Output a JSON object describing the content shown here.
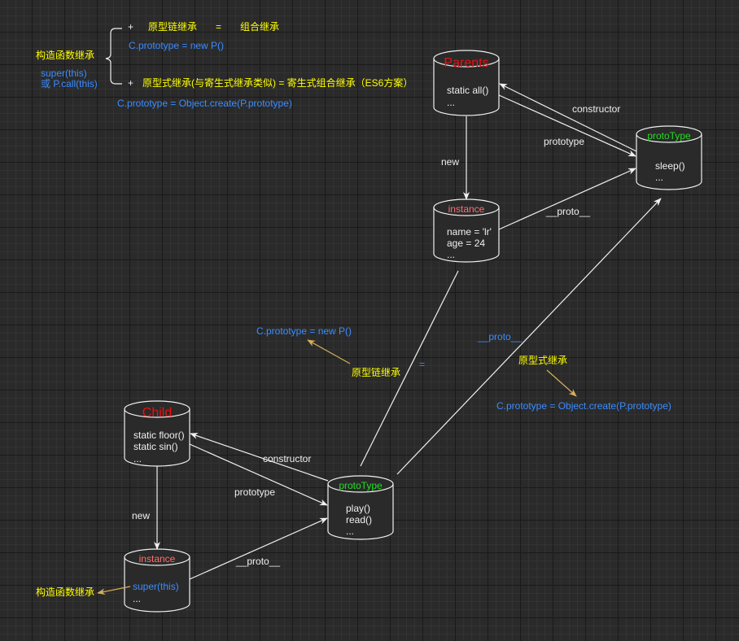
{
  "legend": {
    "plus1": "+",
    "chain": "原型链继承",
    "eq1": "=",
    "combo": "组合继承",
    "chain_code": "C.prototype = new P()",
    "ctor_inherit": "构造函数继承",
    "super_call": "super(this)",
    "or_call": "或 P.call(this)",
    "plus2": "+",
    "proto_inherit": "原型式继承(与寄生式继承类似)  =  寄生式组合继承（ES6方案）",
    "proto_code": "C.prototype = Object.create(P.prototype)"
  },
  "parents": {
    "title": "Parents",
    "lines": [
      "static all()",
      "..."
    ]
  },
  "parent_proto": {
    "title": "protoType",
    "lines": [
      "sleep()",
      "..."
    ]
  },
  "parent_instance": {
    "title": "instance",
    "lines": [
      "name = 'lr'",
      "age = 24",
      "..."
    ]
  },
  "child": {
    "title": "Child",
    "lines": [
      "static floor()",
      "static sin()",
      "..."
    ]
  },
  "child_proto": {
    "title": "protoType",
    "lines": [
      "play()",
      "read()",
      "..."
    ]
  },
  "child_instance": {
    "title": "instance",
    "lines": [
      "super(this)",
      "..."
    ]
  },
  "edges": {
    "constructor": "constructor",
    "prototype": "prototype",
    "new": "new",
    "proto": "__proto__",
    "equals": "="
  },
  "annotations": {
    "chain_code": "C.prototype = new P()",
    "chain": "原型链继承",
    "proto_blue": "__proto__",
    "proto_inherit": "原型式继承",
    "create_code": "C.prototype = Object.create(P.prototype)",
    "ctor_inherit": "构造函数继承"
  }
}
